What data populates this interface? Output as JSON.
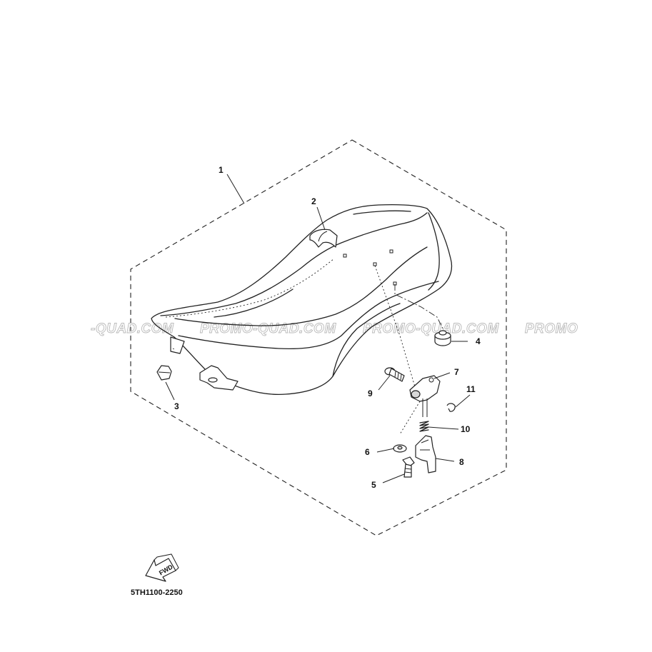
{
  "diagram": {
    "drawing_code": "5TH1100-2250",
    "forward_label": "FWD",
    "watermark": {
      "texts": [
        "-QUAD.COM",
        "PROMO-QUAD.COM",
        "PROMO-QUAD.COM",
        "PROMO"
      ]
    },
    "callouts": {
      "c1": "1",
      "c2": "2",
      "c3": "3",
      "c4": "4",
      "c5": "5",
      "c6": "6",
      "c7": "7",
      "c8": "8",
      "c9": "9",
      "c10": "10",
      "c11": "11"
    }
  }
}
